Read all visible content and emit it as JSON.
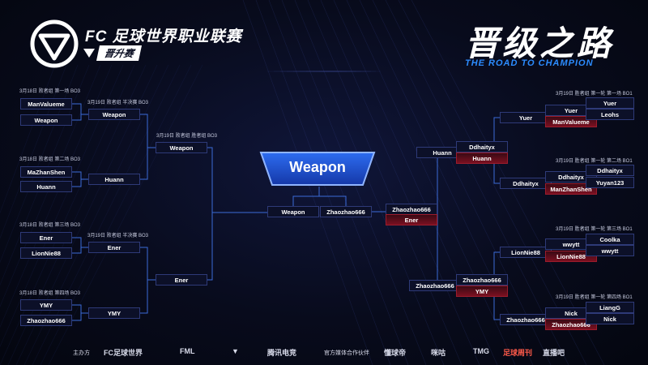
{
  "header": {
    "title": "FC 足球世界职业联赛",
    "subtitle": "晋升赛",
    "road_cn": "晋级之路",
    "road_en": "THE ROAD TO CHAMPION"
  },
  "champion": "Weapon",
  "left": {
    "r1": [
      {
        "label": "3月18日  败者组 第一场 BO3",
        "top": "ManValueme",
        "bottom": "Weapon"
      },
      {
        "label": "3月18日  败者组 第二场 BO3",
        "top": "MaZhanShen",
        "bottom": "Huann"
      },
      {
        "label": "3月18日  败者组 第三场 BO3",
        "top": "Ener",
        "bottom": "LionNie88"
      },
      {
        "label": "3月18日  败者组 第四场 BO3",
        "top": "YMY",
        "bottom": "Zhaozhao666"
      }
    ],
    "r2": [
      {
        "label": "3月19日  败者组 半决赛 BO3",
        "name": "Weapon"
      },
      {
        "label": "",
        "name": "Huann"
      },
      {
        "label": "3月19日  败者组 半决赛 BO3",
        "name": "Ener"
      },
      {
        "label": "",
        "name": "YMY"
      }
    ],
    "r3": [
      {
        "label": "3月19日  败者组 胜者组 BO3",
        "name": "Weapon"
      },
      {
        "label": "",
        "name": "Ener"
      }
    ]
  },
  "final": {
    "left": "Weapon",
    "right": "Zhaozhao666"
  },
  "right": {
    "r1": [
      {
        "label": "3月19日  胜者组 第一轮 第一场 BO1",
        "top": "Yuer",
        "bottom": "Leohs"
      },
      {
        "label": "3月19日  胜者组 第一轮 第二场 BO1",
        "top": "Ddhaityx",
        "bottom": "Yuyan123"
      },
      {
        "label": "3月19日  胜者组 第一轮 第三场 BO1",
        "top": "Coolka",
        "bottom": "wwytt"
      },
      {
        "label": "3月19日  胜者组 第一轮 第四场 BO1",
        "top": "LiangG",
        "bottom": "Nick"
      }
    ],
    "r1m": [
      {
        "top": "Yuer",
        "bottom": "ManValueme"
      },
      {
        "top": "Ddhaityx",
        "bottom": "ManZhanShen"
      },
      {
        "top": "wwytt",
        "bottom": "LionNie88"
      },
      {
        "top": "Nick",
        "bottom": "Zhaozhao666"
      }
    ],
    "r2": [
      "Yuer",
      "Ddhaityx",
      "LionNie88",
      "Zhaozhao666"
    ],
    "r3m": [
      {
        "top": "Ddhaityx",
        "bottom": "Huann"
      },
      {
        "top": "Zhaozhao666",
        "bottom": "YMY"
      }
    ],
    "r4": [
      "Huann",
      "Zhaozhao666"
    ],
    "semi": {
      "top": "Zhaozhao666",
      "bottom": "Ener"
    }
  },
  "footer": {
    "organizer_label": "主办方",
    "sponsor1": "FC足球世界",
    "sponsor2": "FML",
    "sponsor3": "腾讯电竞",
    "media_label": "官方媒体合作伙伴",
    "media": [
      "懂球帝",
      "咪咕",
      "TMG",
      "足球周刊",
      "直播吧"
    ]
  }
}
